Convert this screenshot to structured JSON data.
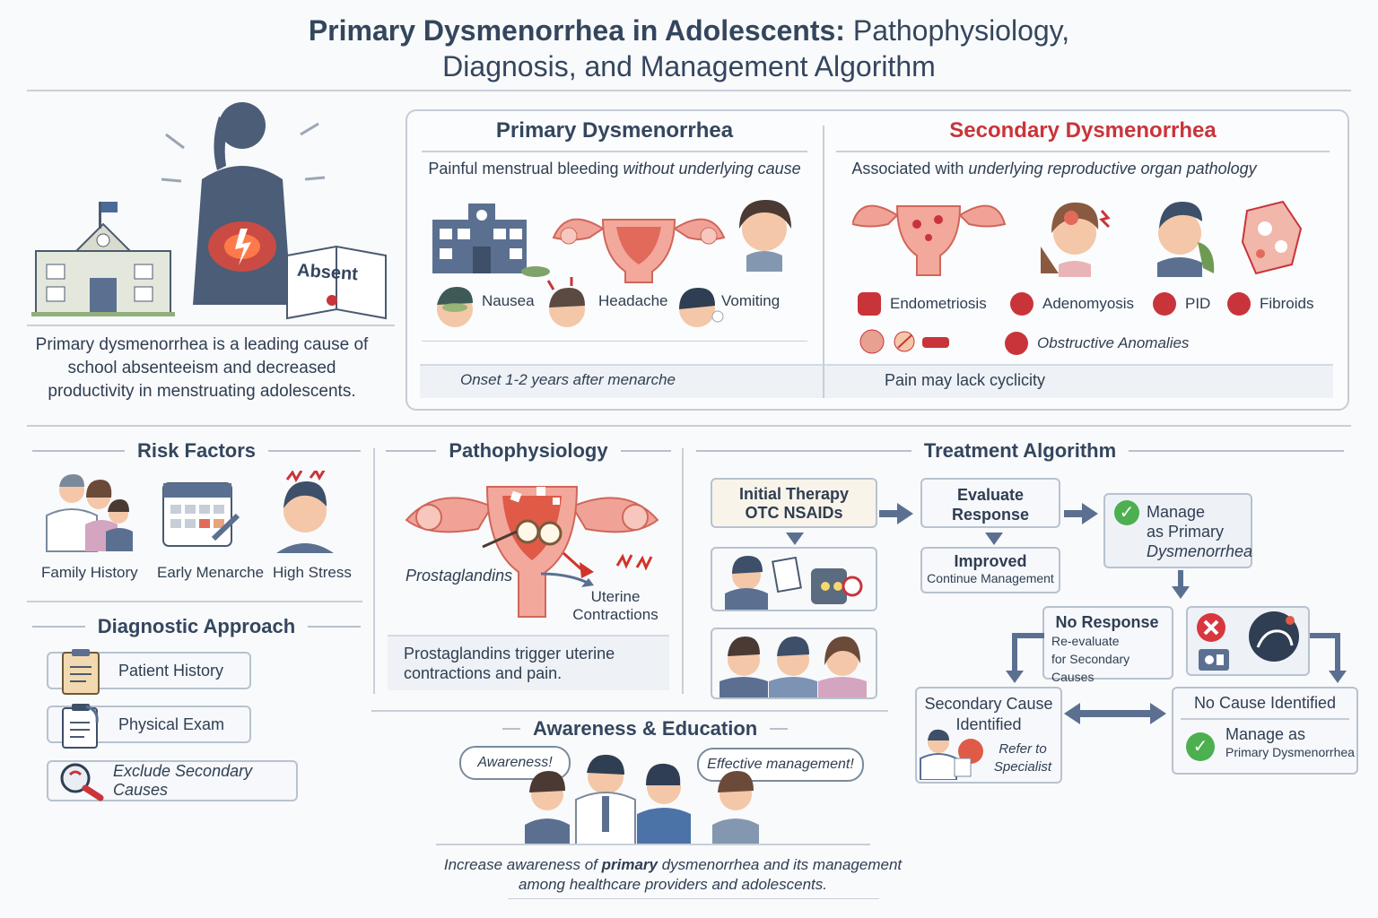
{
  "title": {
    "bold": "Primary Dysmenorrhea in Adolescents:",
    "rest_line1": " Pathophysiology,",
    "line2": "Diagnosis, and Management Algorithm"
  },
  "intro": {
    "absent_book": "Absent",
    "description": "Primary dysmenorrhea is a leading cause of school absenteeism and decreased productivity in menstruating adolescents."
  },
  "primary": {
    "heading": "Primary Dysmenorrhea",
    "definition_plain": "Painful menstrual bleeding ",
    "definition_italic": "without underlying cause",
    "symptoms": [
      "Nausea",
      "Headache",
      "Vomiting"
    ],
    "onset": "Onset 1-2 years after menarche"
  },
  "secondary": {
    "heading": "Secondary Dysmenorrhea",
    "definition_plain": "Associated with ",
    "definition_italic": "underlying reproductive organ pathology",
    "conditions": [
      "Endometriosis",
      "Adenomyosis",
      "PID",
      "Fibroids"
    ],
    "obstructive": "Obstructive Anomalies",
    "cyclicity": "Pain may lack cyclicity"
  },
  "risk_factors": {
    "heading": "Risk Factors",
    "items": [
      "Family History",
      "Early Menarche",
      "High Stress"
    ]
  },
  "diagnostic": {
    "heading": "Diagnostic Approach",
    "items": [
      "Patient History",
      "Physical Exam",
      "Exclude Secondary Causes"
    ]
  },
  "pathophysiology": {
    "heading": "Pathophysiology",
    "prostaglandins": "Prostaglandins",
    "contractions_l1": "Uterine",
    "contractions_l2": "Contractions",
    "caption": "Prostaglandins trigger uterine contractions and pain."
  },
  "treatment": {
    "heading": "Treatment Algorithm",
    "initial_l1": "Initial Therapy",
    "initial_l2": "OTC NSAIDs",
    "evaluate_l1": "Evaluate",
    "evaluate_l2": "Response",
    "manage_l1": "Manage",
    "manage_l2": "as Primary",
    "manage_l3": "Dysmenorrhea",
    "improved": "Improved",
    "continue": "Continue Management",
    "no_response": "No Response",
    "reevaluate_l1": "Re-evaluate",
    "reevaluate_l2": "for Secondary Causes",
    "secondary_l1": "Secondary Cause",
    "secondary_l2": "Identified",
    "refer_l1": "Refer to",
    "refer_l2": "Specialist",
    "no_cause": "No Cause Identified",
    "manage_as": "Manage as",
    "manage_as_l2": "Primary Dysmenorrhea"
  },
  "awareness": {
    "heading": "Awareness & Education",
    "bubble_left": "Awareness!",
    "bubble_right": "Effective management!",
    "caption_pre": "Increase awareness of ",
    "caption_bold": "primary",
    "caption_post": " dysmenorrhea and its management",
    "caption_l2": "among healthcare providers and adolescents."
  },
  "colors": {
    "navy": "#34465e",
    "accent_red": "#c9343a",
    "arrow": "#5b7091",
    "check_green": "#4caf50"
  }
}
